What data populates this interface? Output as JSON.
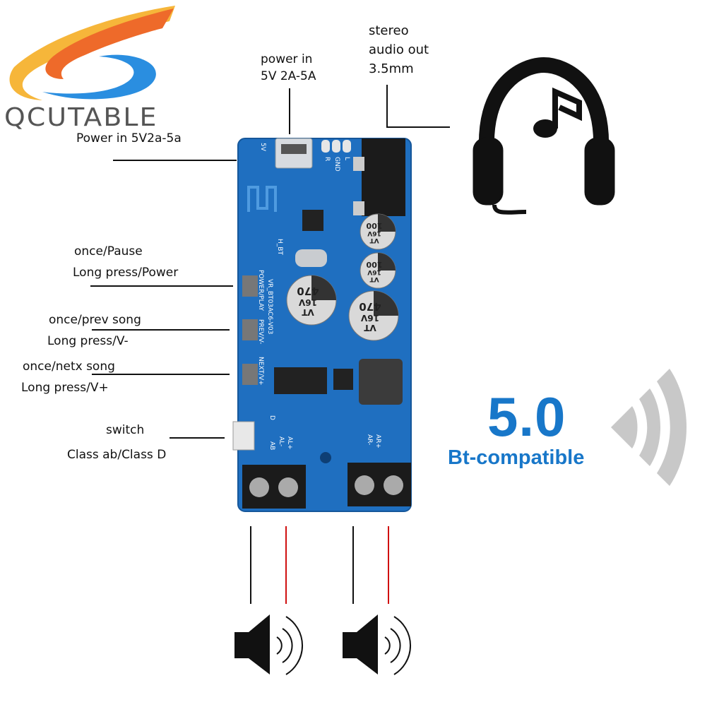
{
  "brand": {
    "name": "QCUTABLE"
  },
  "labels": {
    "stereo_out": [
      "stereo",
      "audio out",
      "3.5mm"
    ],
    "power_top": [
      "power in",
      "5V 2A-5A"
    ],
    "power_left": "Power in   5V2a-5a",
    "pause": [
      "once/Pause",
      "Long press/Power"
    ],
    "prev": [
      "once/prev song",
      "Long press/V-"
    ],
    "next": [
      "once/netx song",
      "Long press/V+"
    ],
    "switch": [
      "switch",
      "Class ab/Class D"
    ]
  },
  "bluetooth": {
    "version": "5.0",
    "text": "Bt-compatible",
    "color": "#1877c9"
  },
  "board": {
    "model": "VR_BT03AC6-V03",
    "silkscreen": [
      "POWER/PLAY",
      "PREV/V-",
      "NEXT/V+",
      "AB",
      "D",
      "AL-",
      "AL+",
      "AR-",
      "AR+",
      "GND",
      "R",
      "L",
      "5V",
      "H_BT"
    ],
    "capacitors": [
      {
        "value": "470",
        "voltage": "16V",
        "mark": "VT"
      },
      {
        "value": "100",
        "voltage": "16V",
        "mark": "VT"
      },
      {
        "value": "100",
        "voltage": "16V",
        "mark": "VT"
      },
      {
        "value": "470",
        "voltage": "16V",
        "mark": "VT"
      }
    ],
    "color": "#1f6fc0"
  },
  "icons": [
    "headphones-music-icon",
    "wireless-signal-icon",
    "speaker-icon",
    "speaker-icon"
  ]
}
